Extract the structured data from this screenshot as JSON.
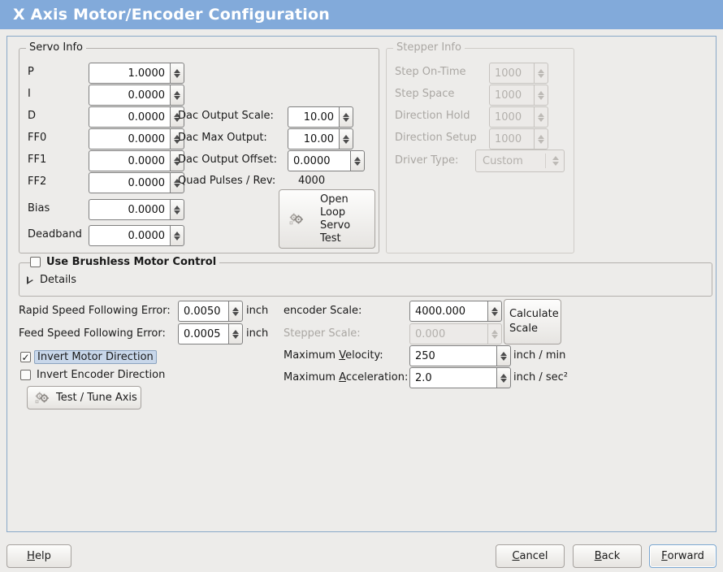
{
  "window": {
    "title": "X Axis Motor/Encoder Configuration"
  },
  "servo_info": {
    "legend": "Servo Info",
    "fields": [
      {
        "label": "P",
        "value": "1.0000"
      },
      {
        "label": "I",
        "value": "0.0000"
      },
      {
        "label": "D",
        "value": "0.0000"
      },
      {
        "label": "FF0",
        "value": "0.0000"
      },
      {
        "label": "FF1",
        "value": "0.0000"
      },
      {
        "label": "FF2",
        "value": "0.0000"
      },
      {
        "label": "Bias",
        "value": "0.0000"
      },
      {
        "label": "Deadband",
        "value": "0.0000"
      }
    ],
    "dac": [
      {
        "label": "Dac Output Scale:",
        "value": "10.00"
      },
      {
        "label": "Dac Max Output:",
        "value": "10.00"
      },
      {
        "label": "Dac Output Offset:",
        "value": "0.0000"
      }
    ],
    "quad_pulses_label": "Quad Pulses / Rev:",
    "quad_pulses_value": "4000",
    "open_loop_button": {
      "line1": "Open",
      "line2": "Loop",
      "line3": "Servo",
      "line4": "Test",
      "icon": "gears-icon"
    }
  },
  "stepper_info": {
    "legend": "Stepper Info",
    "fields": [
      {
        "label": "Step On-Time",
        "value": "1000"
      },
      {
        "label": "Step Space",
        "value": "1000"
      },
      {
        "label": "Direction Hold",
        "value": "1000"
      },
      {
        "label": "Direction Setup",
        "value": "1000"
      }
    ],
    "driver_type_label": "Driver Type:",
    "driver_type_value": "Custom"
  },
  "brushless": {
    "checkbox_label": "Use Brushless Motor Control",
    "checked": false,
    "details_label": "Details",
    "details_expanded": false
  },
  "tuning": {
    "rapid_label": "Rapid Speed Following Error:",
    "rapid_value": "0.0050",
    "rapid_unit": "inch",
    "feed_label": "Feed Speed Following Error:",
    "feed_value": "0.0005",
    "feed_unit": "inch",
    "invert_motor_label": "Invert Motor Direction",
    "invert_motor_checked": true,
    "invert_encoder_label": "Invert Encoder Direction",
    "invert_encoder_checked": false,
    "test_tune_label": "Test / Tune Axis"
  },
  "scales": {
    "encoder_label": "encoder Scale:",
    "encoder_value": "4000.000",
    "stepper_label": "Stepper Scale:",
    "stepper_value": "0.000",
    "calculate_line1": "Calculate",
    "calculate_line2": "Scale",
    "max_velocity_label_pre": "Maximum ",
    "max_velocity_label_key": "V",
    "max_velocity_label_post": "elocity:",
    "max_velocity_value": "250",
    "max_velocity_unit": "inch / min",
    "max_accel_label_pre": "Maximum ",
    "max_accel_label_key": "A",
    "max_accel_label_post": "cceleration:",
    "max_accel_value": "2.0",
    "max_accel_unit": "inch / sec²"
  },
  "footer": {
    "help_key": "H",
    "help_rest": "elp",
    "cancel_key": "C",
    "cancel_rest": "ancel",
    "back_key": "B",
    "back_rest": "ack",
    "forward_key": "F",
    "forward_rest": "orward"
  },
  "colors": {
    "titlebar": "#82aada",
    "window_bg": "#edecea",
    "frame_border": "#89a9c8",
    "focus_highlight": "#c8d7ea"
  }
}
